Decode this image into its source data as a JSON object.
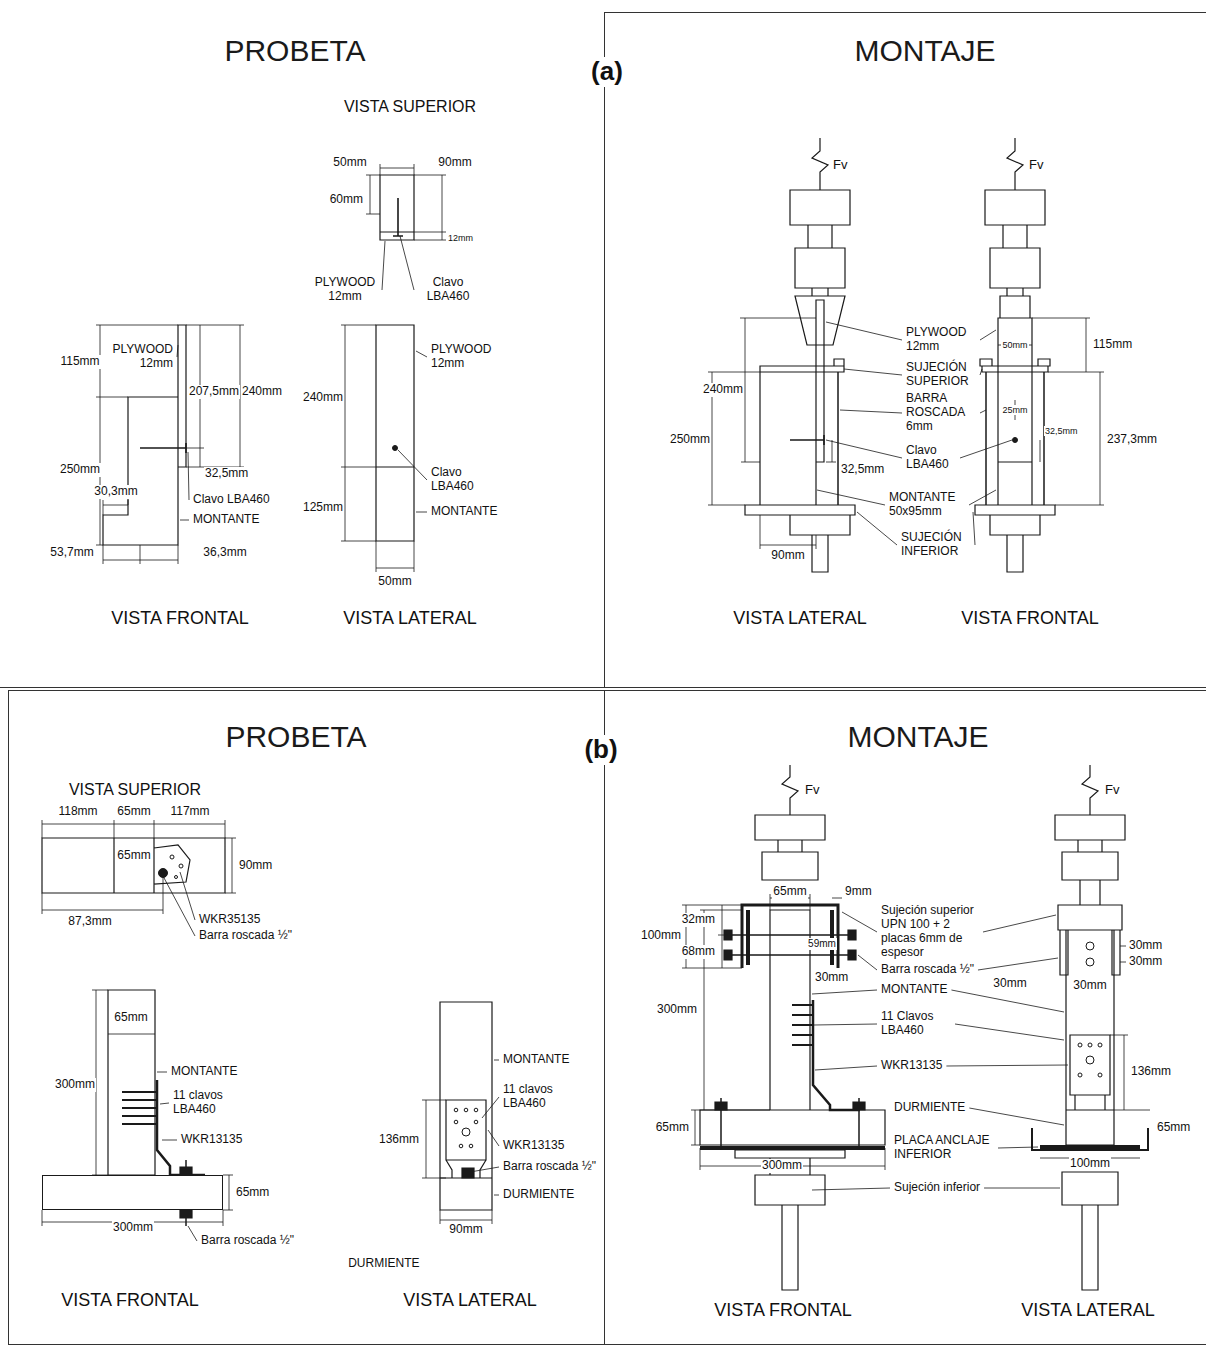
{
  "diagram": {
    "nodes": [
      {
        "text": [
          "PROBETA"
        ]
      },
      {
        "text": [
          "MONTAJE"
        ]
      },
      {
        "text": [
          "PROBETA"
        ]
      },
      {
        "text": [
          "DURMIENTE"
        ],
        "in": 2
      },
      {
        "text": [
          "MONTAJE"
        ]
      }
    ],
    "labels": [
      "(a)",
      "VISTA SUPERIOR",
      "50mm",
      "90mm",
      "60mm",
      "12mm",
      "PLYWOOD 12mm",
      "Clavo LBA460",
      "PLYWOOD 12mm",
      "115mm",
      "207,5mm",
      "240mm",
      "250mm",
      "32,5mm",
      "30,3mm",
      "Clavo LBA460",
      "MONTANTE",
      "53,7mm",
      "36,3mm",
      "240mm",
      "PLYWOOD 12mm",
      "Clavo LBA460",
      "125mm",
      "MONTANTE",
      "50mm",
      "VISTA FRONTAL",
      "VISTA LATERAL",
      "Fv",
      "Fv",
      "PLYWOOD 12mm",
      "SUJECIÓN SUPERIOR",
      "BARRA ROSCADA 6mm",
      "Clavo LBA460",
      "MONTANTE 50x95mm",
      "SUJECIÓN INFERIOR",
      "240mm",
      "250mm",
      "32,5mm",
      "90mm",
      "50mm",
      "115mm",
      "25mm",
      "32,5mm",
      "237,3mm",
      "VISTA LATERAL",
      "VISTA FRONTAL",
      "(b)",
      "VISTA SUPERIOR",
      "118mm",
      "65mm",
      "117mm",
      "65mm",
      "90mm",
      "87,3mm",
      "WKR35135",
      "Barra roscada ½\"",
      "65mm",
      "300mm",
      "MONTANTE",
      "11 clavos LBA460",
      "WKR13135",
      "65mm",
      "300mm",
      "Barra roscada ½\"",
      "MONTANTE",
      "11 clavos LBA460",
      "136mm",
      "WKR13135",
      "Barra roscada ½\"",
      "DURMIENTE",
      "90mm",
      "VISTA FRONTAL",
      "VISTA LATERAL",
      "Fv",
      "Fv",
      "65mm",
      "9mm",
      "Sujeción superior UPN 100 + 2 placas 6mm de espesor",
      "32mm",
      "100mm",
      "68mm",
      "59mm",
      "Barra roscada ½\"",
      "30mm",
      "300mm",
      "MONTANTE",
      "30mm",
      "30mm",
      "30mm",
      "30mm",
      "11 Clavos LBA460",
      "WKR13135",
      "136mm",
      "DURMIENTE",
      "65mm",
      "65mm",
      "100mm",
      "PLACA ANCLAJE INFERIOR",
      "300mm",
      "Sujeción inferior",
      "VISTA FRONTAL",
      "VISTA LATERAL"
    ]
  }
}
